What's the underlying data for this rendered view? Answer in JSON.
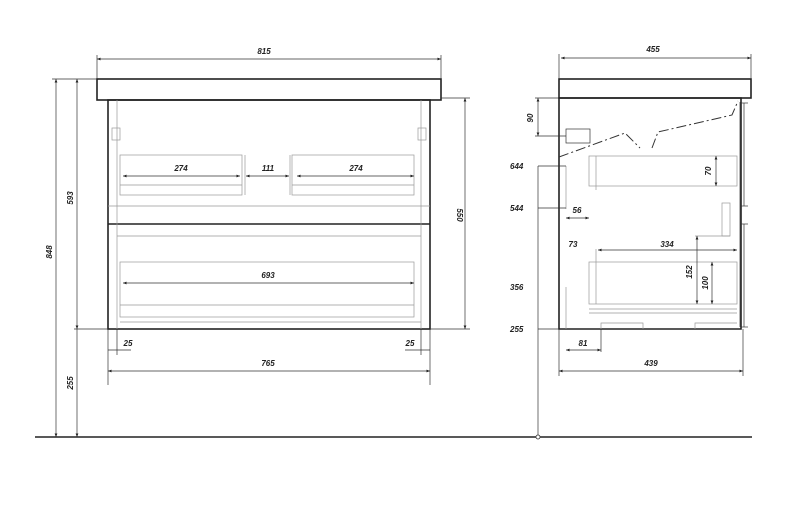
{
  "front_view": {
    "overall_width": "815",
    "total_height": "848",
    "cabinet_height": "593",
    "floor_clearance": "255",
    "side_height": "550",
    "drawer_left_width": "274",
    "center_gap": "111",
    "drawer_right_width": "274",
    "lower_drawer_width": "693",
    "left_offset": "25",
    "right_offset": "25",
    "cabinet_width": "765"
  },
  "side_view": {
    "overall_depth": "455",
    "cabinet_depth": "439",
    "top_offset": "90",
    "level_644": "644",
    "level_544": "544",
    "level_356": "356",
    "level_255": "255",
    "gap_56": "56",
    "gap_73": "73",
    "drawer_depth": "334",
    "drawer_70": "70",
    "drawer_152": "152",
    "drawer_100": "100",
    "base_81": "81"
  }
}
